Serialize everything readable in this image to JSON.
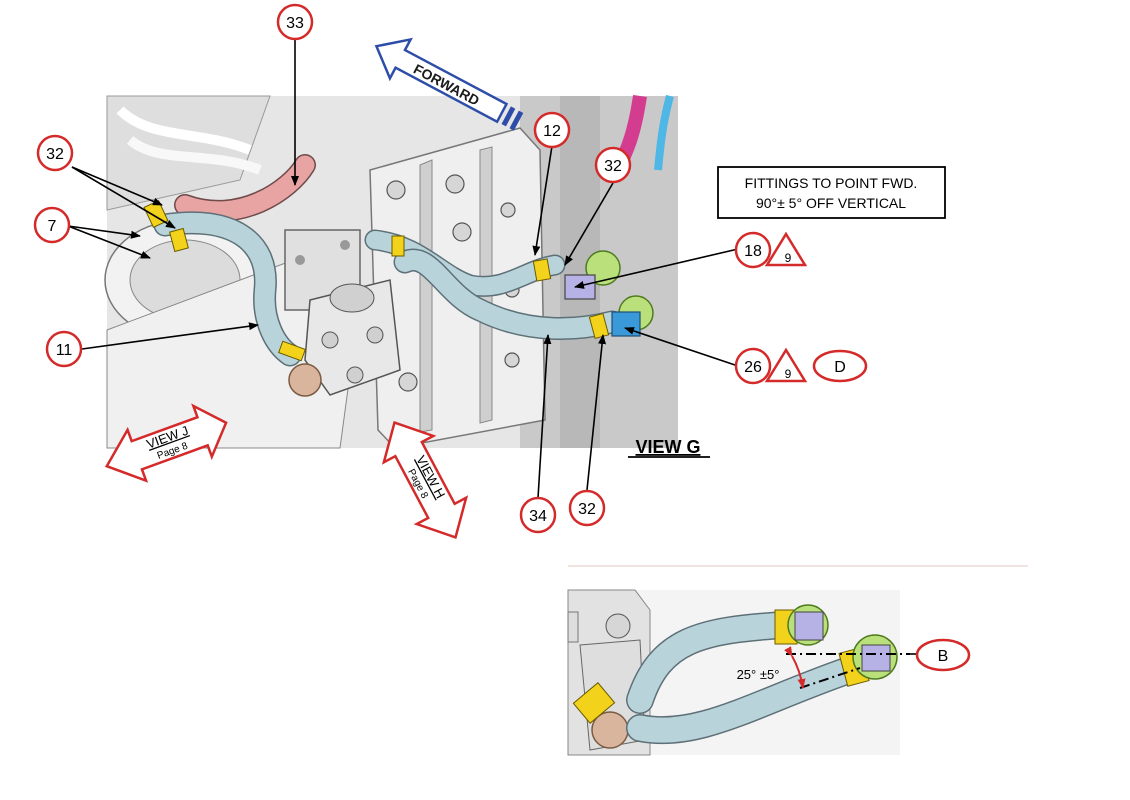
{
  "colors": {
    "callout_red": "#d42a2a",
    "hose": "#b9d3da",
    "hose_pink": "#e8a3a3",
    "clamp_yellow": "#f2d21b",
    "fitting_green": "#b9e07b",
    "fitting_blue": "#3a9ad9",
    "fitting_purple": "#b7b2e6",
    "arrow_blue": "#2d4da8",
    "frame_gray": "#dcdcdc"
  },
  "forward_arrow": {
    "label": "FORWARD",
    "icon": "forward-arrow-icon"
  },
  "note_box": {
    "line1": "FITTINGS TO POINT FWD.",
    "line2": "90°± 5° OFF VERTICAL"
  },
  "view_title": "VIEW G",
  "view_j": {
    "title": "VIEW J",
    "page": "Page 8"
  },
  "view_h": {
    "title": "VIEW H",
    "page": "Page 8"
  },
  "callouts": {
    "c33": "33",
    "c32_left": "32",
    "c7": "7",
    "c11": "11",
    "c12": "12",
    "c32_right": "32",
    "c18": "18",
    "c26": "26",
    "c34": "34",
    "c32_bottom": "32"
  },
  "deltas": {
    "d18": "9",
    "d26": "9"
  },
  "ovals": {
    "d": "D",
    "b": "B"
  },
  "detail": {
    "angle": "25° ±5°"
  }
}
